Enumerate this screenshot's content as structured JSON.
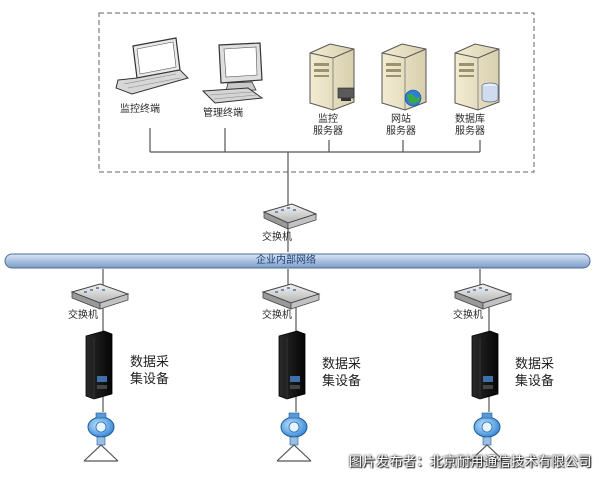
{
  "terminals": {
    "monitor": "监控终端",
    "manage": "管理终端"
  },
  "servers": {
    "monitor": [
      "监控",
      "服务器"
    ],
    "web": [
      "网站",
      "服务器"
    ],
    "database": [
      "数据库",
      "服务器"
    ]
  },
  "switch_label": "交换机",
  "network_label": "企业内部网络",
  "collector_label": [
    "数据采",
    "集设备"
  ],
  "watermark": "图片发布者：北京耐用通信技术有限公司",
  "colors": {
    "bus": "#b8cde6",
    "bus_edge": "#4a6c9a",
    "dash": "#666666",
    "line": "#555555"
  }
}
